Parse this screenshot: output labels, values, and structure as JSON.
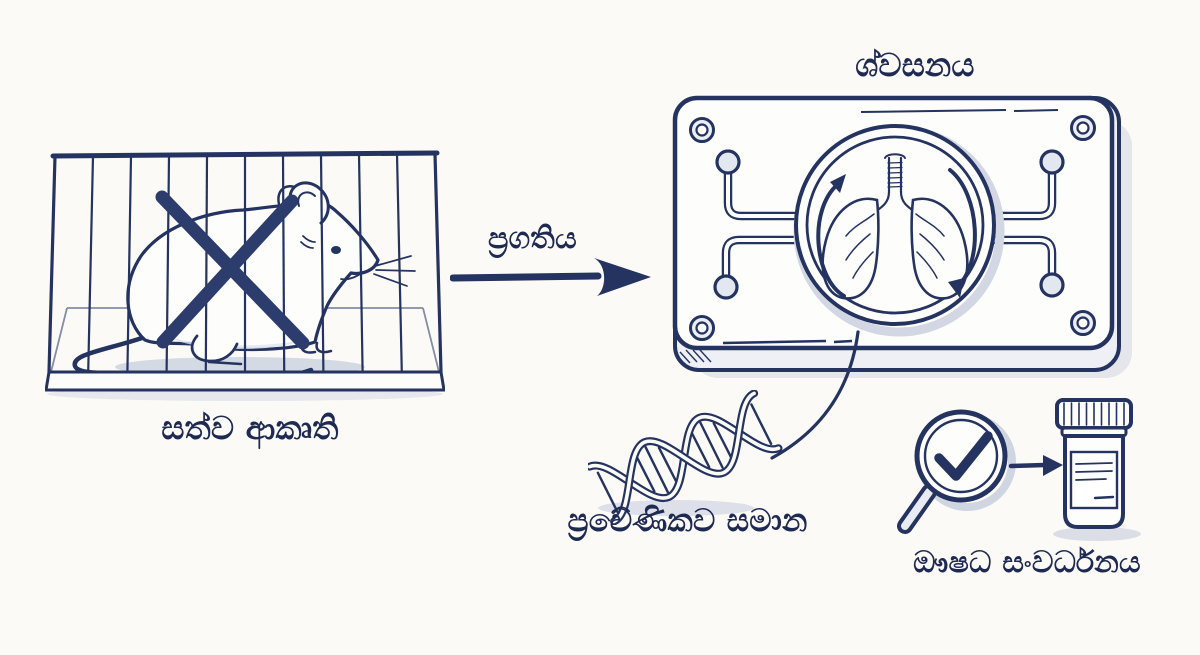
{
  "labels": {
    "respiration": "ශ්වසනය",
    "progress": "ප්‍රගතිය",
    "animal_model": "සත්ව ආකෘති",
    "genetically_identical": "ප්‍රවේණිකව සමාන",
    "drug_development": "ඖෂධ සංවර්ධනය"
  },
  "icons": {
    "caged_mouse": "mouse-in-cage-crossed-out",
    "x_mark": "x-cross-overlay",
    "progress_arrow": "right-arrow",
    "organ_chip": "lung-on-a-chip-device",
    "lungs": "lungs-with-circulation-arrows",
    "connector": "curved-connector-line",
    "dna": "dna-double-helix",
    "magnifier": "magnifying-glass-with-checkmark",
    "discovery_arrow": "small-right-arrow",
    "pill_bottle": "pill-bottle"
  },
  "colors": {
    "ink": "#243360",
    "text": "#1f2a52",
    "shadow": "#ccd2e0",
    "background": "#fbfaf6"
  }
}
